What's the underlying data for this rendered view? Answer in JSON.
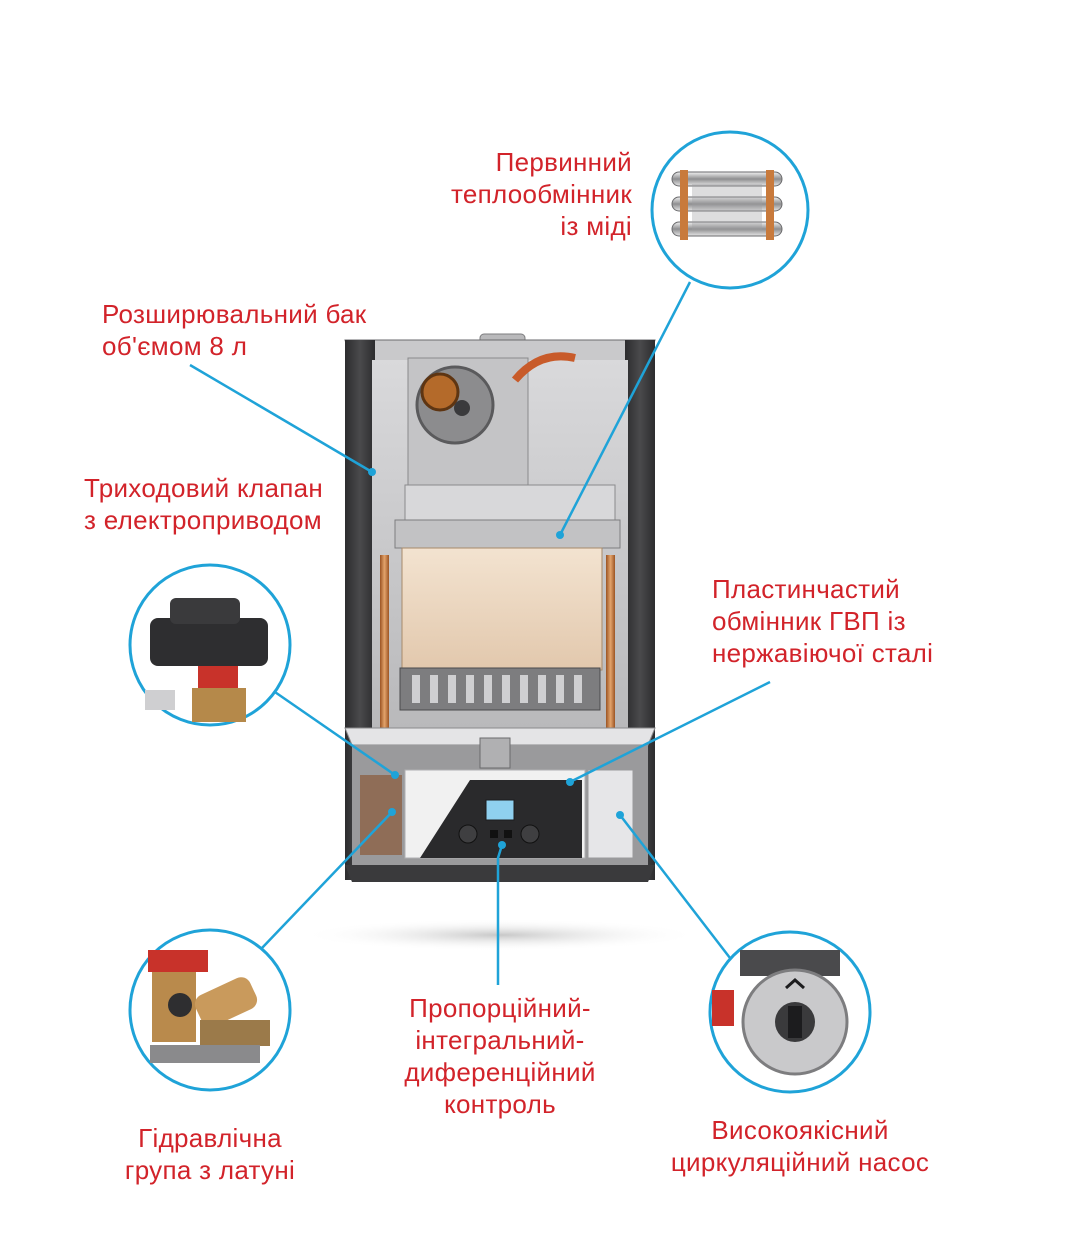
{
  "labels": {
    "primary_heat_exchanger": [
      "Первинний",
      "теплообмінник",
      "із міді"
    ],
    "expansion_tank": [
      "Розширювальний бак",
      "об'ємом 8 л"
    ],
    "three_way_valve": [
      "Триходовий клапан",
      "з електроприводом"
    ],
    "plate_exchanger": [
      "Пластинчастий",
      "обмінник ГВП із",
      "нержавіючої сталі"
    ],
    "pid_control": [
      "Пропорційний-",
      "інтегральний-",
      "диференційний",
      "контроль"
    ],
    "hydraulic_group": [
      "Гідравлічна",
      "група з латуні"
    ],
    "circulation_pump": [
      "Високоякісний",
      "циркуляційний насос"
    ]
  },
  "colors": {
    "label_text": "#d2232a",
    "leader_line": "#1fa3d8",
    "casing": "#3a3a3c",
    "panel": "#2a2a2c",
    "copper": "#c87a3c"
  },
  "icons": [
    "heat-exchanger-icon",
    "valve-actuator-icon",
    "brass-group-icon",
    "pump-icon",
    "display-icon"
  ]
}
